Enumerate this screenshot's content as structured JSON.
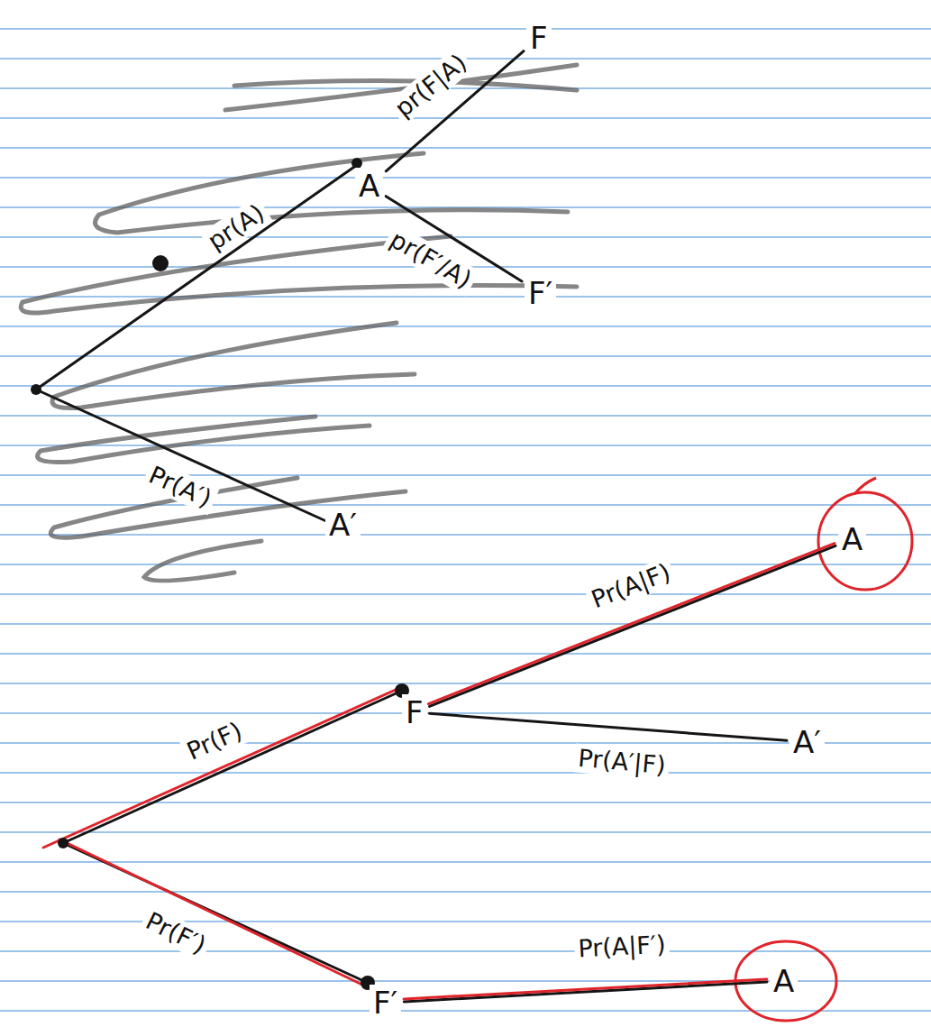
{
  "diagram": {
    "nodes": [
      {
        "text": [
          "F"
        ]
      },
      {
        "text": [
          "A"
        ]
      },
      {
        "text": [
          "F′"
        ]
      },
      {
        "text": [
          "A′"
        ]
      },
      {
        "text": [
          "A"
        ]
      },
      {
        "text": [
          "F"
        ]
      },
      {
        "text": [
          "A′"
        ]
      },
      {
        "text": [
          "F′"
        ]
      },
      {
        "text": [
          "A"
        ]
      }
    ],
    "edges": [
      {
        "from": 1,
        "to": 0,
        "label": "pr(F|A)",
        "arrow": "none"
      },
      {
        "from": 1,
        "to": 2,
        "label": "pr(F′/A)",
        "arrow": "none"
      },
      {
        "from": 5,
        "to": 4,
        "label": "Pr(A|F)",
        "arrow": "none"
      },
      {
        "from": 5,
        "to": 6,
        "label": "Pr(A′|F)",
        "arrow": "none"
      },
      {
        "from": 7,
        "to": 8,
        "label": "Pr(A|F′)",
        "arrow": "none"
      }
    ],
    "labels": [
      "pr(A)",
      "Pr(A′)",
      "Pr(F)",
      "Pr(F′)"
    ]
  }
}
